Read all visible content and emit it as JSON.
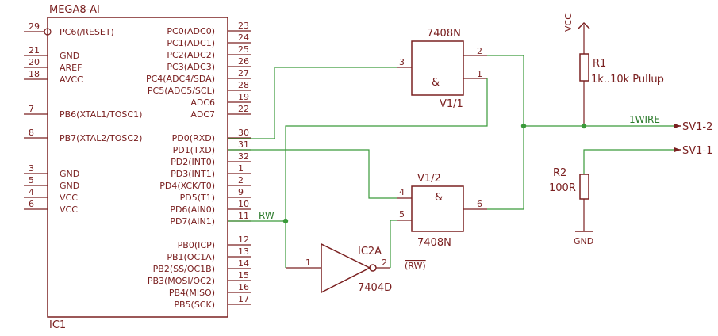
{
  "ic1": {
    "name": "MEGA8-AI",
    "ref": "IC1",
    "left_pins": [
      {
        "num": "29",
        "name": "PC6(/RESET)"
      },
      {
        "num": "21",
        "name": "GND"
      },
      {
        "num": "20",
        "name": "AREF"
      },
      {
        "num": "18",
        "name": "AVCC"
      },
      {
        "num": "7",
        "name": "PB6(XTAL1/TOSC1)"
      },
      {
        "num": "8",
        "name": "PB7(XTAL2/TOSC2)"
      },
      {
        "num": "3",
        "name": "GND"
      },
      {
        "num": "5",
        "name": "GND"
      },
      {
        "num": "4",
        "name": "VCC"
      },
      {
        "num": "6",
        "name": "VCC"
      }
    ],
    "right_pins": [
      {
        "num": "23",
        "name": "PC0(ADC0)"
      },
      {
        "num": "24",
        "name": "PC1(ADC1)"
      },
      {
        "num": "25",
        "name": "PC2(ADC2)"
      },
      {
        "num": "26",
        "name": "PC3(ADC3)"
      },
      {
        "num": "27",
        "name": "PC4(ADC4/SDA)"
      },
      {
        "num": "28",
        "name": "PC5(ADC5/SCL)"
      },
      {
        "num": "19",
        "name": "ADC6"
      },
      {
        "num": "22",
        "name": "ADC7"
      },
      {
        "num": "30",
        "name": "PD0(RXD)"
      },
      {
        "num": "31",
        "name": "PD1(TXD)"
      },
      {
        "num": "32",
        "name": "PD2(INT0)"
      },
      {
        "num": "1",
        "name": "PD3(INT1)"
      },
      {
        "num": "2",
        "name": "PD4(XCK/T0)"
      },
      {
        "num": "9",
        "name": "PD5(T1)"
      },
      {
        "num": "10",
        "name": "PD6(AIN0)"
      },
      {
        "num": "11",
        "name": "PD7(AIN1)"
      },
      {
        "num": "12",
        "name": "PB0(ICP)"
      },
      {
        "num": "13",
        "name": "PB1(OC1A)"
      },
      {
        "num": "14",
        "name": "PB2(SS/OC1B)"
      },
      {
        "num": "15",
        "name": "PB3(MOSI/OC2)"
      },
      {
        "num": "16",
        "name": "PB4(MISO)"
      },
      {
        "num": "17",
        "name": "PB5(SCK)"
      }
    ]
  },
  "gate1": {
    "type": "7408N",
    "ref": "V1/1",
    "symbol": "&",
    "pin_a": "3",
    "pin_b": "1",
    "pin_out": "2"
  },
  "gate2": {
    "type": "7408N",
    "ref": "V1/2",
    "symbol": "&",
    "pin_a": "4",
    "pin_b": "5",
    "pin_out": "6"
  },
  "inverter": {
    "ref": "IC2A",
    "type": "7404D",
    "pin_in": "1",
    "pin_out": "2",
    "out_label": "(RW)"
  },
  "r1": {
    "ref": "R1",
    "value": "1k..10k Pullup"
  },
  "r2": {
    "ref": "R2",
    "value": "100R"
  },
  "labels": {
    "vcc": "VCC",
    "gnd": "GND",
    "rw": "RW",
    "onewire": "1WIRE",
    "sv1_2": "SV1-2",
    "sv1_1": "SV1-1"
  }
}
